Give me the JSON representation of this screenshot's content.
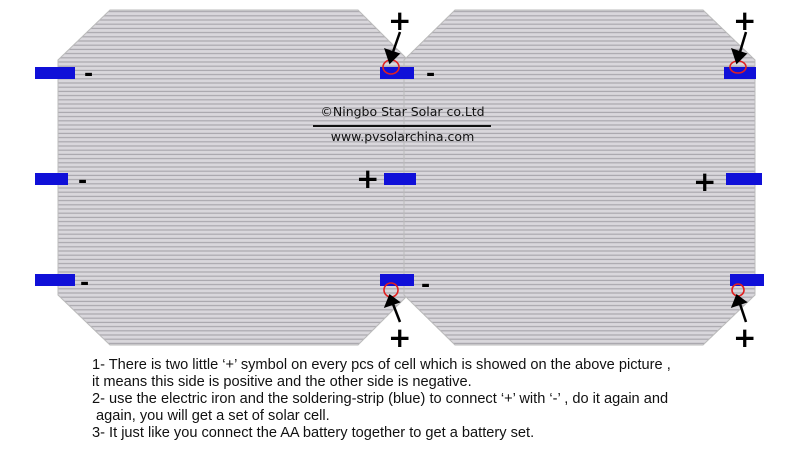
{
  "watermark": {
    "company": "©Ningbo Star Solar co.Ltd",
    "website": "www.pvsolarchina.com"
  },
  "symbols": {
    "plus": "+",
    "minus": "-"
  },
  "colors": {
    "strip": "#1010d8",
    "circle": "#e02020",
    "cell": "#c8c6cc"
  },
  "notes": [
    "1- There is two little ‘+’ symbol on every pcs of cell which is showed on the above picture ,",
    "it means this side is positive and the other side is negative.",
    "2- use the electric iron and the soldering-strip (blue) to connect ‘+’ with ‘-’ , do it again and",
    " again, you will get a set of solar cell.",
    "3- It just like you connect the AA battery together to get a battery set."
  ]
}
